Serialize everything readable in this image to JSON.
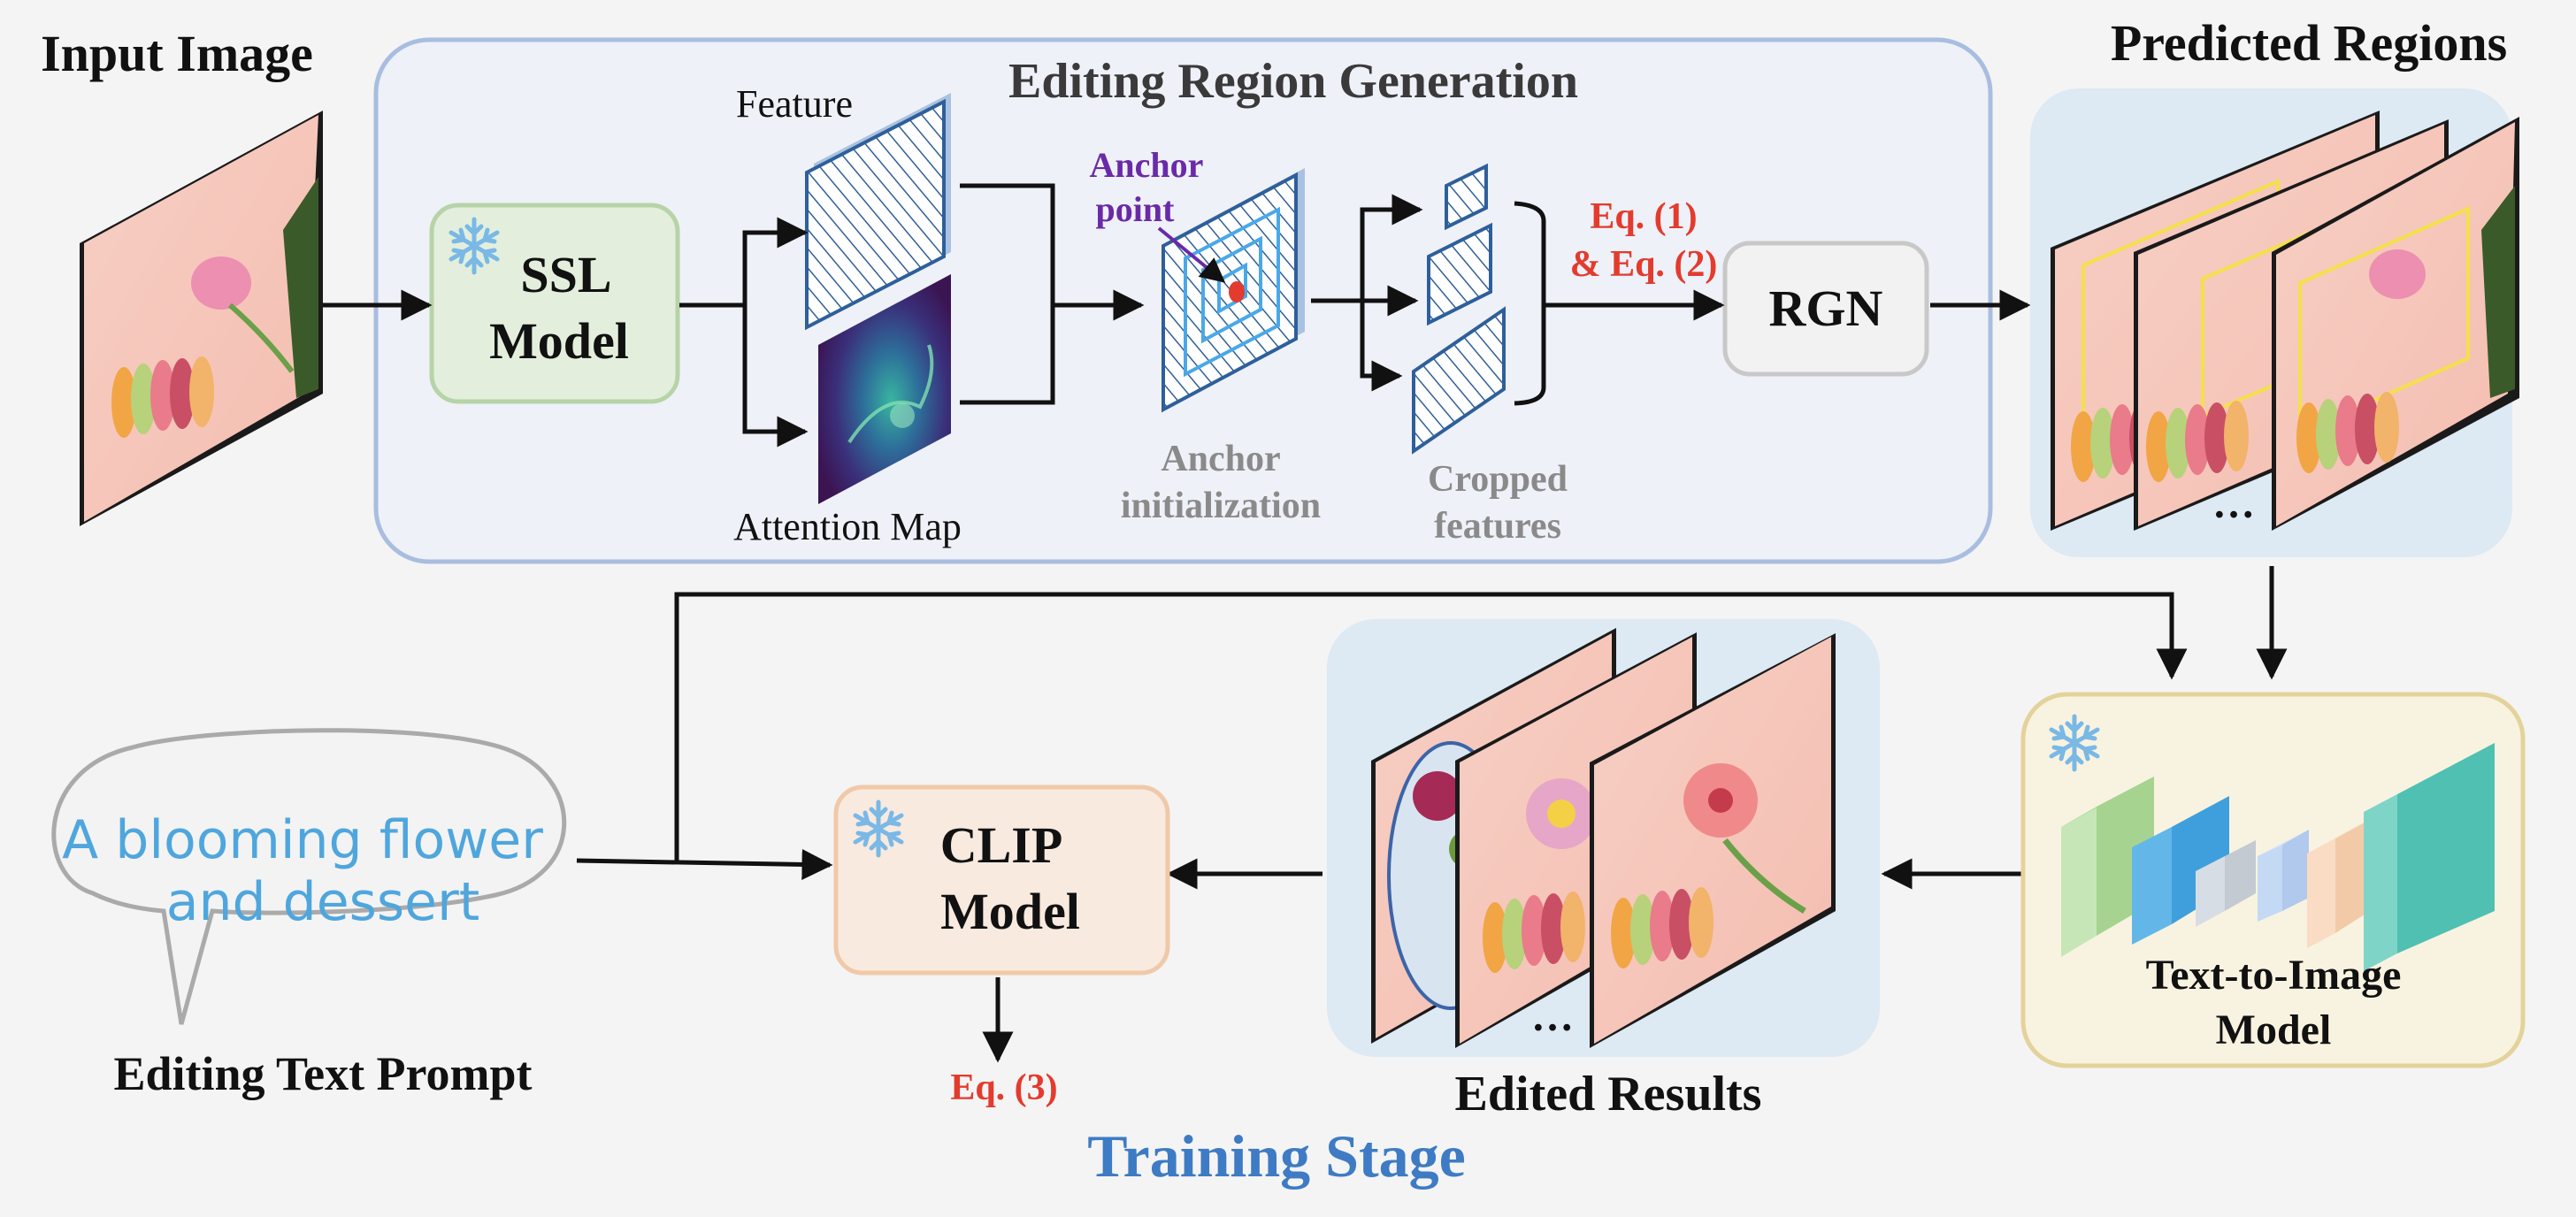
{
  "labels": {
    "input_image": "Input Image",
    "predicted_regions": "Predicted Regions",
    "editing_region_generation": "Editing Region Generation",
    "feature": "Feature",
    "attention_map": "Attention Map",
    "anchor_point_line1": "Anchor",
    "anchor_point_line2": "point",
    "anchor_init_line1": "Anchor",
    "anchor_init_line2": "initialization",
    "cropped_line1": "Cropped",
    "cropped_line2": "features",
    "eq12_line1": "Eq. (1)",
    "eq12_line2": "& Eq. (2)",
    "rgn": "RGN",
    "ssl_line1": "SSL",
    "ssl_line2": "Model",
    "clip_line1": "CLIP",
    "clip_line2": "Model",
    "eq3": "Eq. (3)",
    "t2i_line1": "Text-to-Image",
    "t2i_line2": "Model",
    "edited_results": "Edited Results",
    "ellipsis_predicted": "…",
    "ellipsis_edited": "…",
    "prompt_line1": "A blooming flower",
    "prompt_line2": "and dessert",
    "editing_text_prompt": "Editing Text Prompt",
    "training_stage": "Training Stage"
  },
  "colors": {
    "panel_fill": "#eef1f7",
    "panel_stroke": "#a9bde0",
    "ssl_fill": "#e3efdc",
    "ssl_stroke": "#b7d3a8",
    "clip_fill": "#f8eadf",
    "clip_stroke": "#f0c9a8",
    "t2i_fill": "#f8f3e0",
    "t2i_stroke": "#e3d39a",
    "rgn_fill": "#f2f2f2",
    "rgn_stroke": "#c8c8c8",
    "blue_bg": "#dde9f3",
    "red": "#e33b2e",
    "purple": "#6a2aa8",
    "gray_text": "#8a8a8a",
    "blue_title": "#3e7bc4",
    "prompt_text": "#4fa6dd",
    "snow": "#7ab8e6",
    "hatch": "#2e5f9a",
    "image_bg": "#f6c6bb",
    "yellow_box": "#f4e04a"
  },
  "icons": [
    "snowflake-icon"
  ]
}
